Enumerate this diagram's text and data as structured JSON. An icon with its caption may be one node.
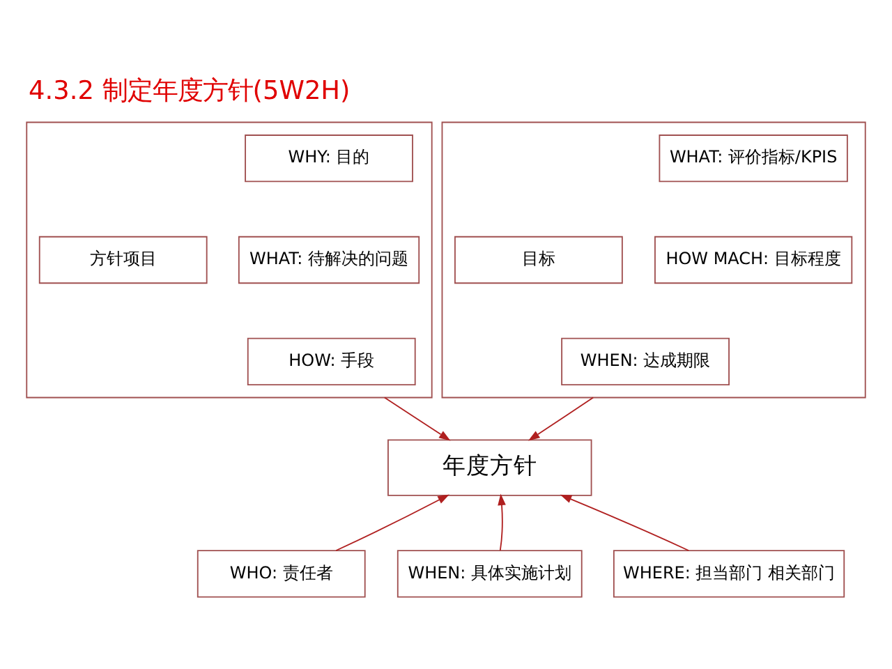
{
  "diagram": {
    "title": "4.3.2 制定年度方针(5W2H)",
    "nodes": [
      {
        "text": [],
        "shape": "box"
      },
      {
        "text": [
          "方针项目"
        ],
        "in": 0
      },
      {
        "text": [
          "WHY: 目的"
        ],
        "in": 0
      },
      {
        "text": [
          "WHAT: 待解决的问题"
        ],
        "in": 0
      },
      {
        "text": [
          "HOW: 手段"
        ],
        "in": 0
      },
      {
        "text": [],
        "shape": "box"
      },
      {
        "text": [
          "目标"
        ],
        "in": 5
      },
      {
        "text": [
          "WHAT: 评价指标/KPIS"
        ],
        "in": 5
      },
      {
        "text": [
          "HOW MACH: 目标程度"
        ],
        "in": 5
      },
      {
        "text": [
          "WHEN: 达成期限"
        ],
        "in": 5
      },
      {
        "text": [
          "年度方针"
        ]
      },
      {
        "text": [
          "WHO: 责任者"
        ]
      },
      {
        "text": [
          "WHEN: 具体实施计划"
        ]
      },
      {
        "text": [
          "WHERE: 担当部门 相关部门"
        ]
      }
    ],
    "edges": [
      {
        "from": 0,
        "to": 10,
        "arrow": "to"
      },
      {
        "from": 5,
        "to": 10,
        "arrow": "to"
      },
      {
        "from": 11,
        "to": 10,
        "arrow": "to"
      },
      {
        "from": 12,
        "to": 10,
        "arrow": "to"
      },
      {
        "from": 13,
        "to": 10,
        "arrow": "to"
      }
    ]
  }
}
